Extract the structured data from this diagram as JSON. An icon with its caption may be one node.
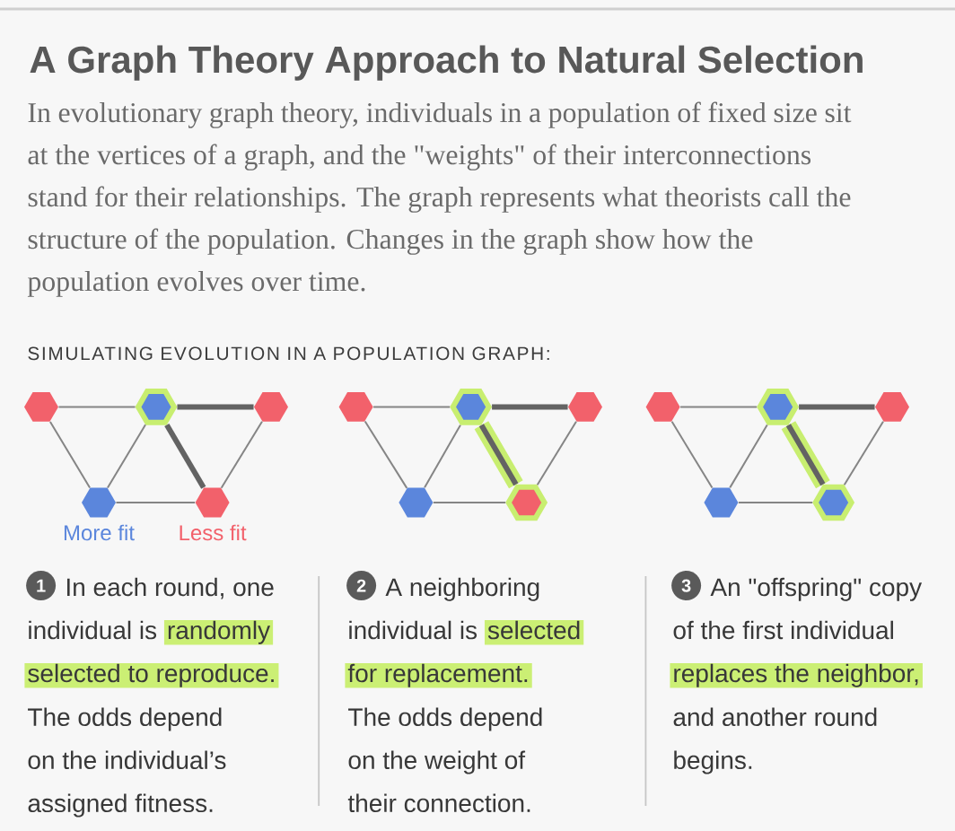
{
  "diagram": {
    "title": "A Graph Theory Approach to Natural Selection",
    "caption": "In evolutionary graph theory, individuals in a population of fixed size sit at the vertices of a graph, and the \"weights\" of their interconnections stand for their relationships. The graph represents what theorists call the structure of the population. Changes in the graph show how the population evolves over time.",
    "nodes": [
      {
        "text": [],
        "shape": "hexagon"
      },
      {
        "text": [],
        "shape": "hexagon"
      },
      {
        "text": [],
        "shape": "hexagon"
      },
      {
        "text": [],
        "shape": "hexagon"
      },
      {
        "text": [],
        "shape": "hexagon"
      },
      {
        "text": [],
        "shape": "hexagon"
      },
      {
        "text": [],
        "shape": "hexagon"
      },
      {
        "text": [],
        "shape": "hexagon"
      },
      {
        "text": [],
        "shape": "hexagon"
      },
      {
        "text": [],
        "shape": "hexagon"
      },
      {
        "text": [],
        "shape": "hexagon"
      },
      {
        "text": [],
        "shape": "hexagon"
      },
      {
        "text": [],
        "shape": "hexagon"
      },
      {
        "text": [],
        "shape": "hexagon"
      },
      {
        "text": [],
        "shape": "hexagon"
      }
    ],
    "edges": [
      {
        "from": 0,
        "to": 1,
        "arrow": "none"
      },
      {
        "from": 1,
        "to": 2,
        "arrow": "none",
        "style": "thick"
      },
      {
        "from": 0,
        "to": 3,
        "arrow": "none"
      },
      {
        "from": 1,
        "to": 3,
        "arrow": "none"
      },
      {
        "from": 1,
        "to": 4,
        "arrow": "none",
        "style": "thick"
      },
      {
        "from": 3,
        "to": 4,
        "arrow": "none"
      },
      {
        "from": 2,
        "to": 4,
        "arrow": "none"
      },
      {
        "from": 5,
        "to": 6,
        "arrow": "none"
      },
      {
        "from": 6,
        "to": 7,
        "arrow": "none",
        "style": "thick"
      },
      {
        "from": 5,
        "to": 8,
        "arrow": "none"
      },
      {
        "from": 6,
        "to": 8,
        "arrow": "none"
      },
      {
        "from": 6,
        "to": 9,
        "arrow": "none",
        "style": "thick",
        "color": "#c8ee70"
      },
      {
        "from": 8,
        "to": 9,
        "arrow": "none"
      },
      {
        "from": 7,
        "to": 9,
        "arrow": "none"
      },
      {
        "from": 10,
        "to": 11,
        "arrow": "none"
      },
      {
        "from": 11,
        "to": 12,
        "arrow": "none",
        "style": "thick"
      },
      {
        "from": 10,
        "to": 13,
        "arrow": "none"
      },
      {
        "from": 11,
        "to": 13,
        "arrow": "none"
      },
      {
        "from": 11,
        "to": 14,
        "arrow": "none",
        "style": "thick",
        "color": "#c8ee70"
      },
      {
        "from": 13,
        "to": 14,
        "arrow": "none"
      },
      {
        "from": 12,
        "to": 14,
        "arrow": "none"
      }
    ],
    "labels": [
      "SIMULATING EVOLUTION IN A POPULATION GRAPH:",
      "1",
      "In each round, one individual is",
      "randomly selected to reproduce.",
      "The odds depend on the individual’s assigned fitness.",
      "2",
      "A neighboring individual is",
      "selected for replacement.",
      "The odds depend on the weight of their connection.",
      "3",
      "An \"offspring\" copy of the first individual",
      "replaces the neighbor,",
      "and another round begins."
    ],
    "legend": [
      {
        "text": "More fit",
        "color": "#5b86dc"
      },
      {
        "text": "Less fit",
        "color": "#f2616b"
      }
    ]
  }
}
